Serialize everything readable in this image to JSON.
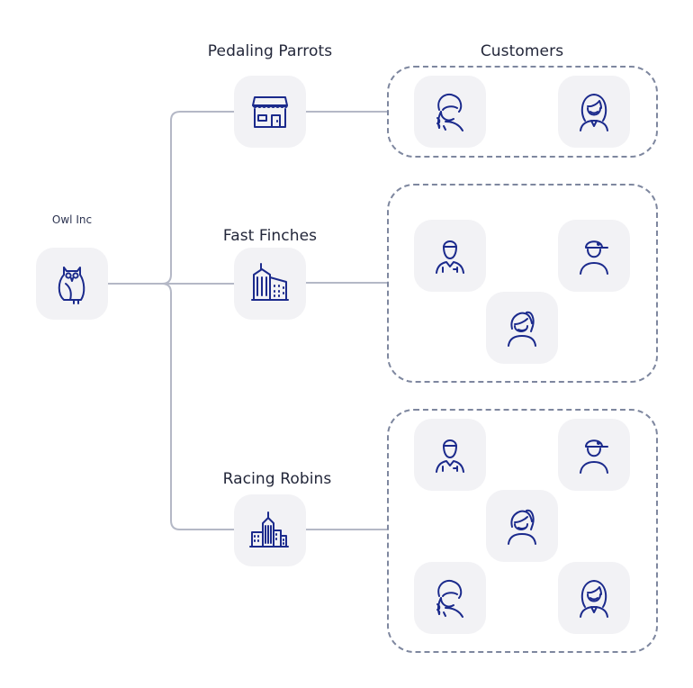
{
  "root": {
    "label": "Owl Inc",
    "icon": "owl-icon"
  },
  "customers_header": "Customers",
  "stores": [
    {
      "label": "Pedaling Parrots",
      "icon": "storefront-icon",
      "customer_icons": [
        "woman-braid-icon",
        "woman-long-hair-icon"
      ]
    },
    {
      "label": "Fast Finches",
      "icon": "office-buildings-icon",
      "customer_icons": [
        "man-short-hair-icon",
        "man-cap-icon",
        "woman-ponytail-icon"
      ]
    },
    {
      "label": "Racing Robins",
      "icon": "city-skyline-icon",
      "customer_icons": [
        "man-short-hair-icon",
        "man-cap-icon",
        "woman-ponytail-icon",
        "woman-braid-icon",
        "woman-long-hair-icon"
      ]
    }
  ],
  "colors": {
    "icon": "#1b2a8c",
    "connector": "#b4b8c6",
    "group_border": "#7e879f",
    "tile_bg": "#f2f2f5"
  }
}
